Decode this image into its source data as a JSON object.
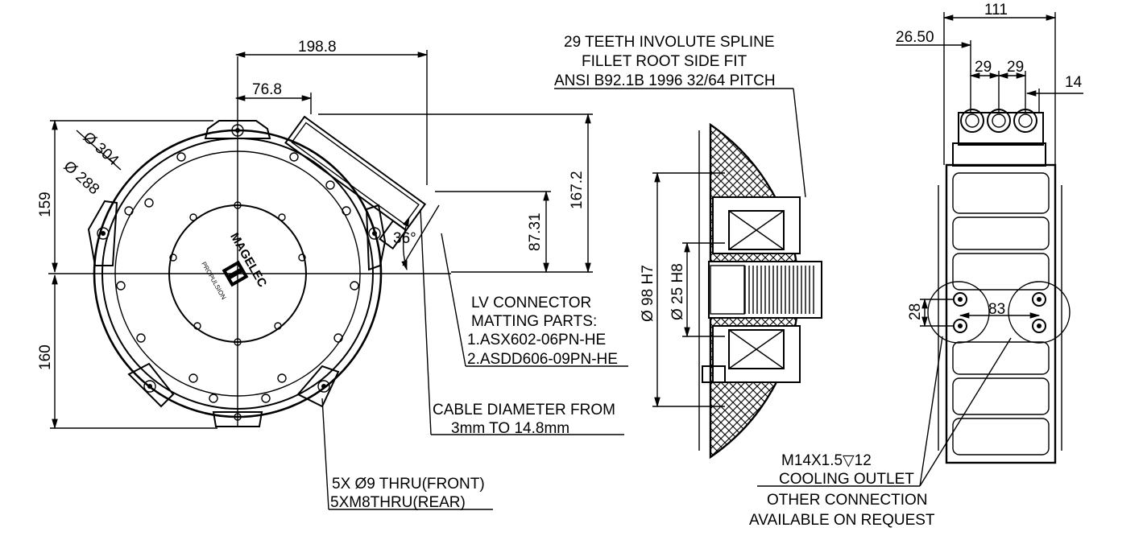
{
  "front_view": {
    "dim_overall_width": "198.8",
    "dim_offset": "76.8",
    "dim_dia_outer": "Ø 304",
    "dim_dia_inner": "Ø 288",
    "dim_upper_height": "159",
    "dim_lower_height": "160",
    "dim_connector_height": "167.2",
    "dim_connector_offset": "87.31",
    "dim_angle": "36°",
    "logo_text": "MAGELEC",
    "logo_sub": "PROPULSION"
  },
  "lv_connector": {
    "line1": "LV CONNECTOR",
    "line2": "MATTING PARTS:",
    "line3": "1.ASX602-06PN-HE",
    "line4": "2.ASDD606-09PN-HE"
  },
  "cable_note": {
    "line1": "CABLE DIAMETER FROM",
    "line2": "3mm TO 14.8mm"
  },
  "holes_note": {
    "line1": "5X Ø9 THRU(FRONT)",
    "line2": "5XM8THRU(REAR)"
  },
  "spline_note": {
    "line1": "29 TEETH INVOLUTE SPLINE",
    "line2": "FILLET ROOT SIDE FIT",
    "line3": "ANSI B92.1B 1996 32/64 PITCH"
  },
  "section_view": {
    "dim_bore": "Ø 98 H7",
    "dim_shaft": "Ø 25 H8"
  },
  "side_view": {
    "dim_total": "111",
    "dim_first": "26.50",
    "dim_pitch_a": "29",
    "dim_pitch_b": "29",
    "dim_last": "14",
    "dim_hole_pitch": "28",
    "dim_hole_span": "83"
  },
  "cooling_note": {
    "line1": "M14X1.5▽12",
    "line2": "COOLING OUTLET",
    "line3": "OTHER CONNECTION",
    "line4": "AVAILABLE ON REQUEST"
  }
}
